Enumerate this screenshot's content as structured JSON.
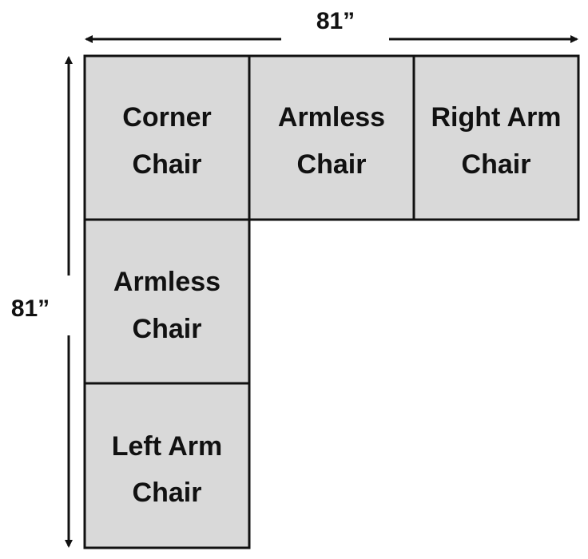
{
  "dimensions": {
    "width_label": "81”",
    "depth_label": "81”"
  },
  "pieces": [
    {
      "line1": "Corner",
      "line2": "Chair"
    },
    {
      "line1": "Armless",
      "line2": "Chair"
    },
    {
      "line1": "Right Arm",
      "line2": "Chair"
    },
    {
      "line1": "Armless",
      "line2": "Chair"
    },
    {
      "line1": "Left Arm",
      "line2": "Chair"
    }
  ],
  "colors": {
    "fill": "#d9d9d9",
    "stroke": "#111111"
  }
}
